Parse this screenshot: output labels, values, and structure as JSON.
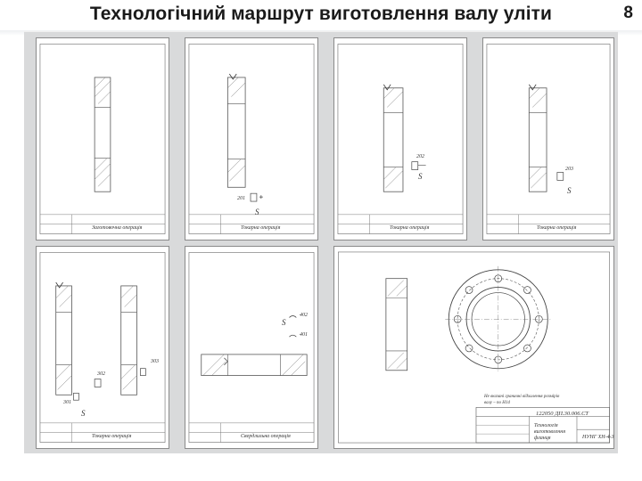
{
  "header": {
    "title": "Технологічний маршрут виготовлення валу уліти",
    "page_number": "8"
  },
  "sheets": [
    {
      "id": "sheet-1",
      "operation": "Заготовочна операція"
    },
    {
      "id": "sheet-2",
      "operation": "Токарна операція",
      "labels": [
        "201",
        "S"
      ]
    },
    {
      "id": "sheet-3",
      "operation": "Токарна операція",
      "labels": [
        "202",
        "S"
      ]
    },
    {
      "id": "sheet-4",
      "operation": "Токарна операція",
      "labels": [
        "203",
        "S"
      ]
    },
    {
      "id": "sheet-5",
      "operation": "Токарна операція",
      "labels": [
        "301",
        "302",
        "303",
        "S"
      ]
    },
    {
      "id": "sheet-6",
      "operation": "Свердлильна операція",
      "labels": [
        "402",
        "401",
        "S"
      ]
    },
    {
      "id": "sheet-7",
      "doc_code": "122050 ДП.30.006.СТ",
      "subtitle": "Технологія виготовлення фланця",
      "group": "НУНГ ХН-4-3",
      "notes": [
        "Не вказані граничні відхилення розмірів",
        "валу – по Н14"
      ]
    }
  ],
  "colors": {
    "board": "#d9dadb",
    "sheet": "#ffffff",
    "line": "#444444"
  }
}
